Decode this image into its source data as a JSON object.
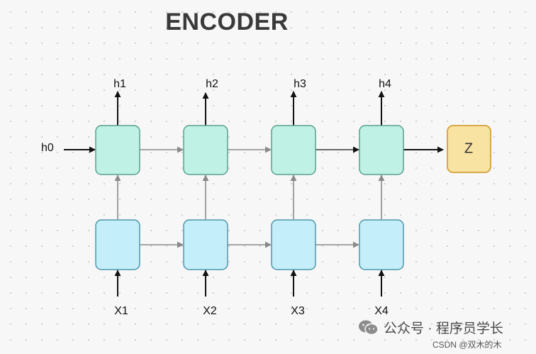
{
  "title": "ENCODER",
  "hidden_states": [
    "h0",
    "h1",
    "h2",
    "h3",
    "h4"
  ],
  "inputs": [
    "X1",
    "X2",
    "X3",
    "X4"
  ],
  "output": "Z",
  "watermark": {
    "icon": "wechat-icon",
    "channel": "公众号 · 程序员学长",
    "credit": "CSDN @双木的木"
  },
  "colors": {
    "hidden_cell_fill": "#bff2e4",
    "hidden_cell_stroke": "#5a9f8b",
    "input_cell_fill": "#c4eef9",
    "input_cell_stroke": "#4f95ad",
    "output_fill": "#f8e3a3",
    "output_stroke": "#d6a037",
    "arrow_dark": "#111111",
    "arrow_gray": "#8a8a8a"
  }
}
